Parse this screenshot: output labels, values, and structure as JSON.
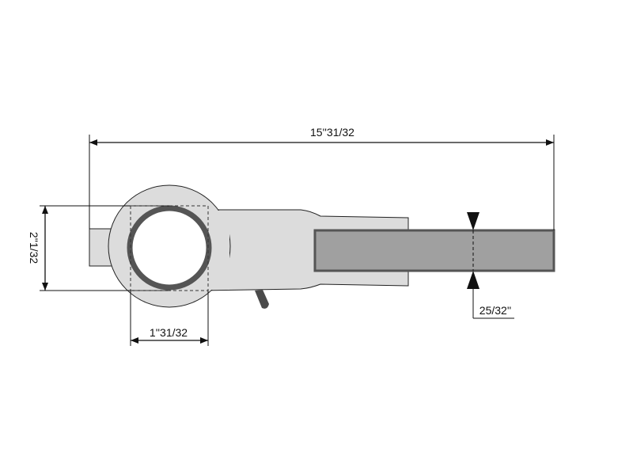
{
  "dimensions": {
    "overall_length": "15''31/32",
    "eye_height": "2''1/32",
    "bore_diameter": "1''31/32",
    "bar_thickness": "25/32''"
  },
  "colors": {
    "body": "#dcdcdc",
    "ring": "#555555",
    "bar": "#a0a0a0",
    "lines": "#111111"
  }
}
